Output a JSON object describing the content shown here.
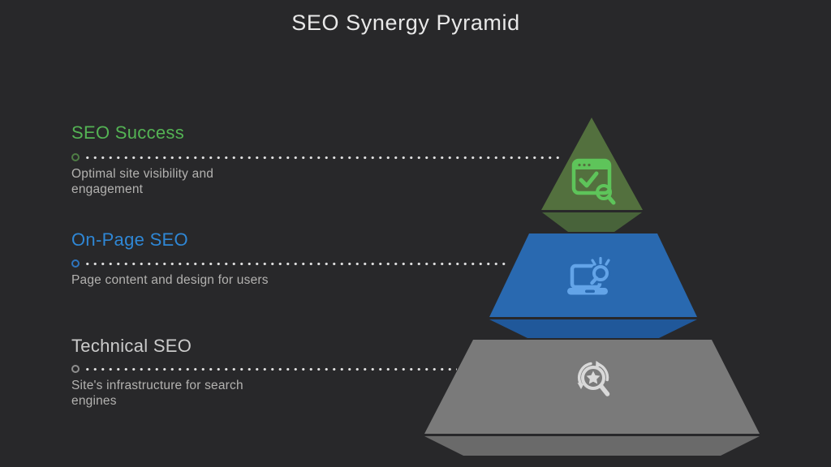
{
  "title": "SEO Synergy Pyramid",
  "title_color": "#e8e8e8",
  "background": "#28282a",
  "text_color": "#b3b2b0",
  "dot_color": "#dedede",
  "tiers": [
    {
      "name": "SEO Success",
      "description": "Optimal site visibility and engagement",
      "heading_color": "#54b354",
      "ring_color": "#4f7d45",
      "face_color": "#53703e",
      "edge_color": "#48633a",
      "icon_color": "#5ec45a",
      "icon": "browser-check-search-icon"
    },
    {
      "name": "On-Page SEO",
      "description": "Page content and design for users",
      "heading_color": "#2f87d5",
      "ring_color": "#2e74bd",
      "face_color": "#2969b0",
      "edge_color": "#20589a",
      "icon_color": "#63a4e8",
      "icon": "laptop-search-icon"
    },
    {
      "name": "Technical SEO",
      "description": "Site's infrastructure for search engines",
      "heading_color": "#cbcbcb",
      "ring_color": "#8f8f8f",
      "face_color": "#7a7a7a",
      "edge_color": "#6a6a6a",
      "icon_color": "#d9d9d9",
      "icon": "search-star-refresh-icon"
    }
  ]
}
